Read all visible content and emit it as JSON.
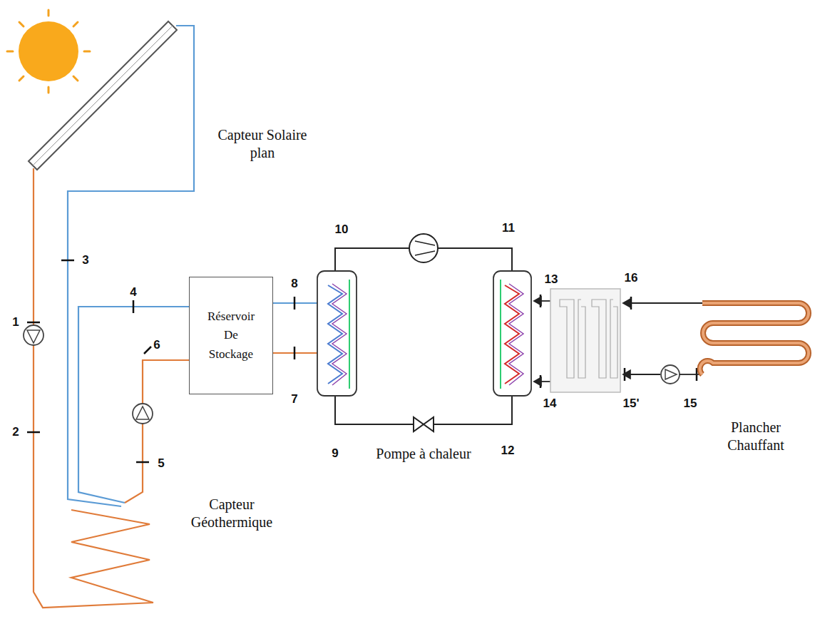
{
  "diagram": {
    "nodes": [
      {
        "text": [
          "Réservoir De Stockage"
        ]
      }
    ],
    "edges": [],
    "labels": [
      "Capteur Solaire plan",
      "1",
      "2",
      "3",
      "4",
      "5",
      "6",
      "7",
      "8",
      "9",
      "10",
      "11",
      "12",
      "13",
      "14",
      "15'",
      "15",
      "16",
      "Pompe à chaleur",
      "Plancher Chauffant",
      "Capteur Géothermique"
    ]
  }
}
